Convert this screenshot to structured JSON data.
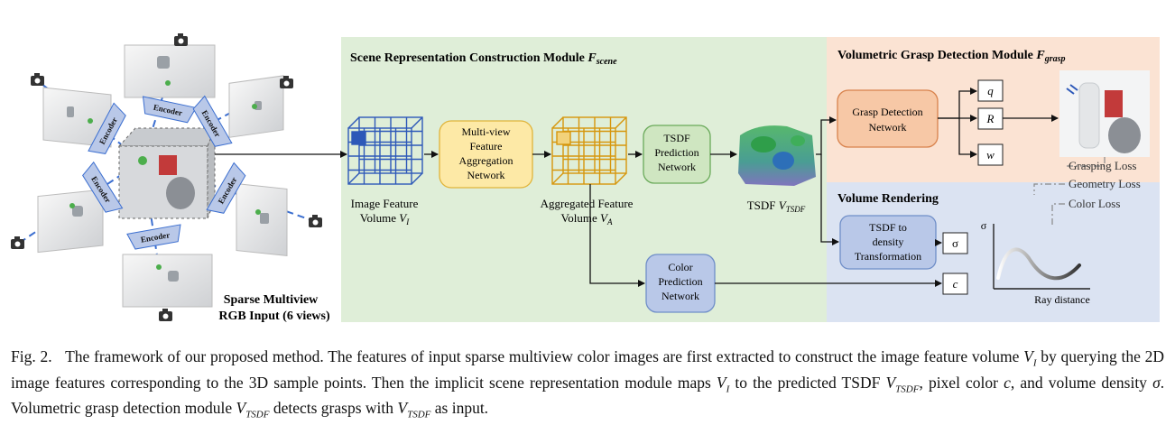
{
  "modules": {
    "scene_title": "Scene Representation Construction Module",
    "scene_symbol": "F",
    "scene_sub": "scene",
    "grasp_title": "Volumetric Grasp Detection Module",
    "grasp_symbol": "F",
    "grasp_sub": "grasp",
    "render_title": "Volume Rendering"
  },
  "input": {
    "line1": "Sparse Multiview",
    "line2": "RGB Input (6 views)",
    "encoder": "Encoder"
  },
  "boxes": {
    "mvfa": [
      "Multi-view",
      "Feature",
      "Aggregation",
      "Network"
    ],
    "tsdf": [
      "TSDF",
      "Prediction",
      "Network"
    ],
    "grasp": [
      "Grasp Detection",
      "Network"
    ],
    "t2d": [
      "TSDF to",
      "density",
      "Transformation"
    ],
    "color": [
      "Color",
      "Prediction",
      "Network"
    ]
  },
  "labels": {
    "ifv1": "Image Feature",
    "ifv2": "Volume",
    "ifv_sym": "V",
    "ifv_sub": "I",
    "afv1": "Aggregated Feature",
    "afv2": "Volume",
    "afv_sym": "V",
    "afv_sub": "A",
    "tsdf_pre": "TSDF",
    "tsdf_sym": "V",
    "tsdf_sub": "TSDF"
  },
  "outputs": {
    "q": "q",
    "r": "R",
    "w": "w",
    "sigma": "σ",
    "c": "c"
  },
  "losses": [
    "Grasping Loss",
    "Geometry Loss",
    "Color Loss"
  ],
  "plot": {
    "ylabel": "σ",
    "xlabel": "Ray distance"
  },
  "caption": {
    "label": "Fig. 2.",
    "p1": "The framework of our proposed method. The features of input sparse multiview color images are first extracted to construct the image feature volume",
    "p2": "by querying the 2D image features corresponding to the 3D sample points. Then the implicit scene representation module maps",
    "p3": "to the predicted TSDF",
    "p4": ", pixel color",
    "p5": ", and volume density",
    "p6": ". Volumetric grasp detection module",
    "p7": "detects grasps with",
    "p8": "as input.",
    "v": "V",
    "sub_i": "I",
    "sub_tsdf": "TSDF",
    "c": "c",
    "sigma": "σ"
  },
  "colors": {
    "scene_bg": "#dfeed8",
    "grasp_bg": "#fbe3d3",
    "render_bg": "#dbe3f2",
    "grid_blue": "#2d58b8",
    "grid_orange": "#d6960c",
    "mvfa_fill": "#fde9a6",
    "tsdf_fill": "#cfe6c1",
    "grasp_fill": "#f7c8a6",
    "blue_fill": "#b9c8e8",
    "dash_blue": "#3c6fd0"
  }
}
